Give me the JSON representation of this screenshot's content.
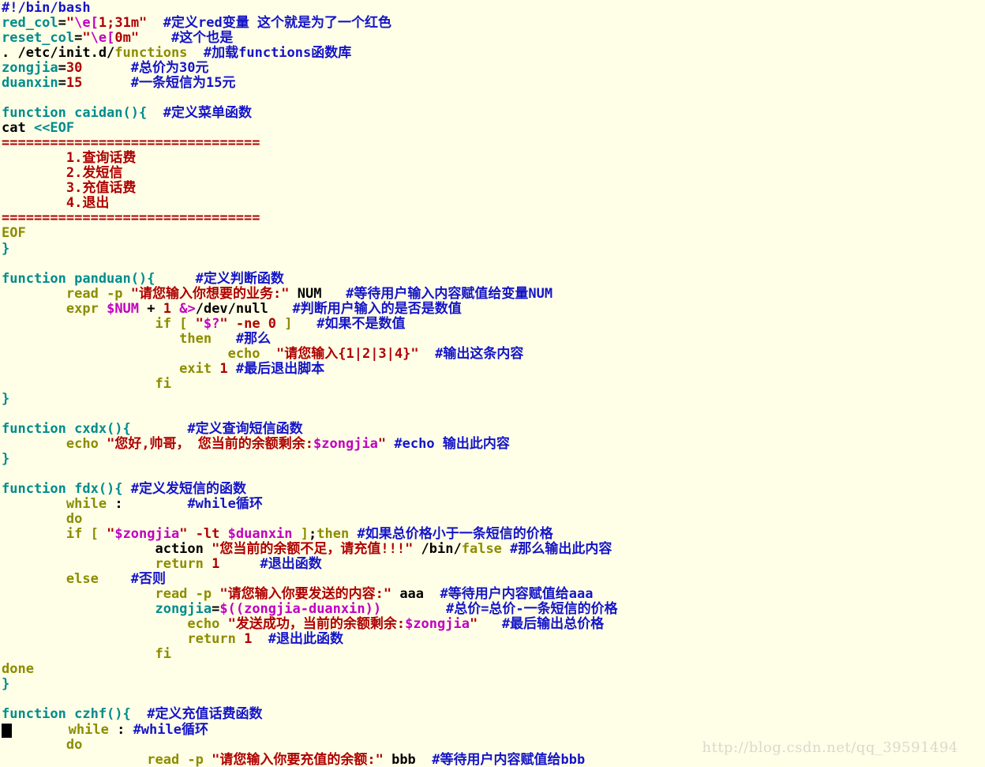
{
  "editor": {
    "background": "#FFFFE8",
    "palette": {
      "comment": "#1414C8",
      "keyword": "#8C8C00",
      "ident": "#008C8C",
      "string": "#AE0000",
      "special": "#C000C0",
      "plain": "#000000"
    },
    "lines": [
      [
        [
          "#!/bin/bash",
          "c"
        ]
      ],
      [
        [
          "red_col",
          "t"
        ],
        [
          "=",
          "k"
        ],
        [
          "\"",
          "r"
        ],
        [
          "\\e[",
          "m"
        ],
        [
          "1;31m\"",
          "r"
        ],
        [
          "  #定义red变量 这个就是为了一个红色",
          "c"
        ]
      ],
      [
        [
          "reset_col",
          "t"
        ],
        [
          "=",
          "k"
        ],
        [
          "\"",
          "r"
        ],
        [
          "\\e[",
          "m"
        ],
        [
          "0m\"",
          "r"
        ],
        [
          "    #这个也是",
          "c"
        ]
      ],
      [
        [
          ". /etc/init.d/",
          "k"
        ],
        [
          "functions",
          "o"
        ],
        [
          "  #加载functions函数库",
          "c"
        ]
      ],
      [
        [
          "zongjia",
          "t"
        ],
        [
          "=",
          "k"
        ],
        [
          "30",
          "r"
        ],
        [
          "      #总价为30元",
          "c"
        ]
      ],
      [
        [
          "duanxin",
          "t"
        ],
        [
          "=",
          "k"
        ],
        [
          "15",
          "r"
        ],
        [
          "      #一条短信为15元",
          "c"
        ]
      ],
      [],
      [
        [
          "function caidan(){",
          "t"
        ],
        [
          "  #定义菜单函数",
          "c"
        ]
      ],
      [
        [
          "cat ",
          "k"
        ],
        [
          "<<EOF",
          "t"
        ]
      ],
      [
        [
          "================================",
          "r"
        ]
      ],
      [
        [
          "        1.查询话费",
          "r"
        ]
      ],
      [
        [
          "        2.发短信",
          "r"
        ]
      ],
      [
        [
          "        3.充值话费",
          "r"
        ]
      ],
      [
        [
          "        4.退出",
          "r"
        ]
      ],
      [
        [
          "================================",
          "r"
        ]
      ],
      [
        [
          "EOF",
          "o"
        ]
      ],
      [
        [
          "}",
          "t"
        ]
      ],
      [],
      [
        [
          "function panduan(){",
          "t"
        ],
        [
          "     #定义判断函数",
          "c"
        ]
      ],
      [
        [
          "        ",
          "k"
        ],
        [
          "read -p ",
          "o"
        ],
        [
          "\"请您输入你想要的业务:\" ",
          "r"
        ],
        [
          "NUM",
          "k"
        ],
        [
          "   #等待用户输入内容赋值给变量NUM",
          "c"
        ]
      ],
      [
        [
          "        ",
          "k"
        ],
        [
          "expr ",
          "o"
        ],
        [
          "$NUM",
          "m"
        ],
        [
          " + ",
          "k"
        ],
        [
          "1 ",
          "r"
        ],
        [
          "&>",
          "m"
        ],
        [
          "/dev/null",
          "k"
        ],
        [
          "   #判断用户输入的是否是数值",
          "c"
        ]
      ],
      [
        [
          "                   ",
          "k"
        ],
        [
          "if [ ",
          "o"
        ],
        [
          "\"",
          "r"
        ],
        [
          "$?",
          "m"
        ],
        [
          "\" -ne 0 ",
          "r"
        ],
        [
          "]",
          "o"
        ],
        [
          "   #如果不是数值",
          "c"
        ]
      ],
      [
        [
          "                      ",
          "k"
        ],
        [
          "then",
          "o"
        ],
        [
          "   #那么",
          "c"
        ]
      ],
      [
        [
          "                            ",
          "k"
        ],
        [
          "echo",
          "o"
        ],
        [
          "  ",
          "k"
        ],
        [
          "\"请您输入{1|2|3|4}\"",
          "r"
        ],
        [
          "  #输出这条内容",
          "c"
        ]
      ],
      [
        [
          "                      ",
          "k"
        ],
        [
          "exit ",
          "o"
        ],
        [
          "1",
          "r"
        ],
        [
          " #最后退出脚本",
          "c"
        ]
      ],
      [
        [
          "                   ",
          "k"
        ],
        [
          "fi",
          "o"
        ]
      ],
      [
        [
          "}",
          "t"
        ]
      ],
      [],
      [
        [
          "function cxdx(){",
          "t"
        ],
        [
          "       #定义查询短信函数",
          "c"
        ]
      ],
      [
        [
          "        ",
          "k"
        ],
        [
          "echo ",
          "o"
        ],
        [
          "\"您好,帅哥， 您当前的余额剩余:",
          "r"
        ],
        [
          "$zongjia",
          "m"
        ],
        [
          "\"",
          "r"
        ],
        [
          " #echo 输出此内容",
          "c"
        ]
      ],
      [
        [
          "}",
          "t"
        ]
      ],
      [],
      [
        [
          "function fdx(){",
          "t"
        ],
        [
          " #定义发短信的函数",
          "c"
        ]
      ],
      [
        [
          "        ",
          "k"
        ],
        [
          "while",
          "o"
        ],
        [
          " :",
          "k"
        ],
        [
          "        #while循环",
          "c"
        ]
      ],
      [
        [
          "        ",
          "k"
        ],
        [
          "do",
          "o"
        ]
      ],
      [
        [
          "        ",
          "k"
        ],
        [
          "if [ ",
          "o"
        ],
        [
          "\"",
          "r"
        ],
        [
          "$zongjia",
          "m"
        ],
        [
          "\" -lt ",
          "r"
        ],
        [
          "$duanxin",
          "m"
        ],
        [
          " ",
          "k"
        ],
        [
          "]",
          "o"
        ],
        [
          ";",
          "k"
        ],
        [
          "then",
          "o"
        ],
        [
          " #如果总价格小于一条短信的价格",
          "c"
        ]
      ],
      [
        [
          "                   ",
          "k"
        ],
        [
          "action ",
          "k"
        ],
        [
          "\"您当前的余额不足，请充值!!!\"",
          "r"
        ],
        [
          " /bin/",
          "k"
        ],
        [
          "false",
          "o"
        ],
        [
          " #那么输出此内容",
          "c"
        ]
      ],
      [
        [
          "                   ",
          "k"
        ],
        [
          "return ",
          "o"
        ],
        [
          "1",
          "r"
        ],
        [
          "     #退出函数",
          "c"
        ]
      ],
      [
        [
          "        ",
          "k"
        ],
        [
          "else",
          "o"
        ],
        [
          "    #否则",
          "c"
        ]
      ],
      [
        [
          "                   ",
          "k"
        ],
        [
          "read -p ",
          "o"
        ],
        [
          "\"请您输入你要发送的内容:\" ",
          "r"
        ],
        [
          "aaa",
          "k"
        ],
        [
          "  #等待用户内容赋值给aaa",
          "c"
        ]
      ],
      [
        [
          "                   ",
          "k"
        ],
        [
          "zongjia",
          "t"
        ],
        [
          "=",
          "k"
        ],
        [
          "$((zongjia-duanxin))",
          "m"
        ],
        [
          "        #总价=总价-一条短信的价格",
          "c"
        ]
      ],
      [
        [
          "                       ",
          "k"
        ],
        [
          "echo ",
          "o"
        ],
        [
          "\"发送成功，当前的余额剩余:",
          "r"
        ],
        [
          "$zongjia",
          "m"
        ],
        [
          "\"",
          "r"
        ],
        [
          "   #最后输出总价格",
          "c"
        ]
      ],
      [
        [
          "                       ",
          "k"
        ],
        [
          "return ",
          "o"
        ],
        [
          "1",
          "r"
        ],
        [
          "  #退出此函数",
          "c"
        ]
      ],
      [
        [
          "                   ",
          "k"
        ],
        [
          "fi",
          "o"
        ]
      ],
      [
        [
          "done",
          "o"
        ]
      ],
      [
        [
          "}",
          "t"
        ]
      ],
      [],
      [
        [
          "function czhf(){",
          "t"
        ],
        [
          "  #定义充值话费函数",
          "c"
        ]
      ],
      [
        [
          "",
          "cursor"
        ],
        [
          "       ",
          "k"
        ],
        [
          "while",
          "o"
        ],
        [
          " : ",
          "k"
        ],
        [
          "#while循环",
          "c"
        ]
      ],
      [
        [
          "        ",
          "k"
        ],
        [
          "do",
          "o"
        ]
      ],
      [
        [
          "                  ",
          "k"
        ],
        [
          "read -p ",
          "o"
        ],
        [
          "\"请您输入你要充值的余额:\" ",
          "r"
        ],
        [
          "bbb",
          "k"
        ],
        [
          "  #等待用户内容赋值给bbb",
          "c"
        ]
      ]
    ]
  },
  "watermark": {
    "text": "http://blog.csdn.net/qq_39591494",
    "color": "#D9D9CE"
  }
}
